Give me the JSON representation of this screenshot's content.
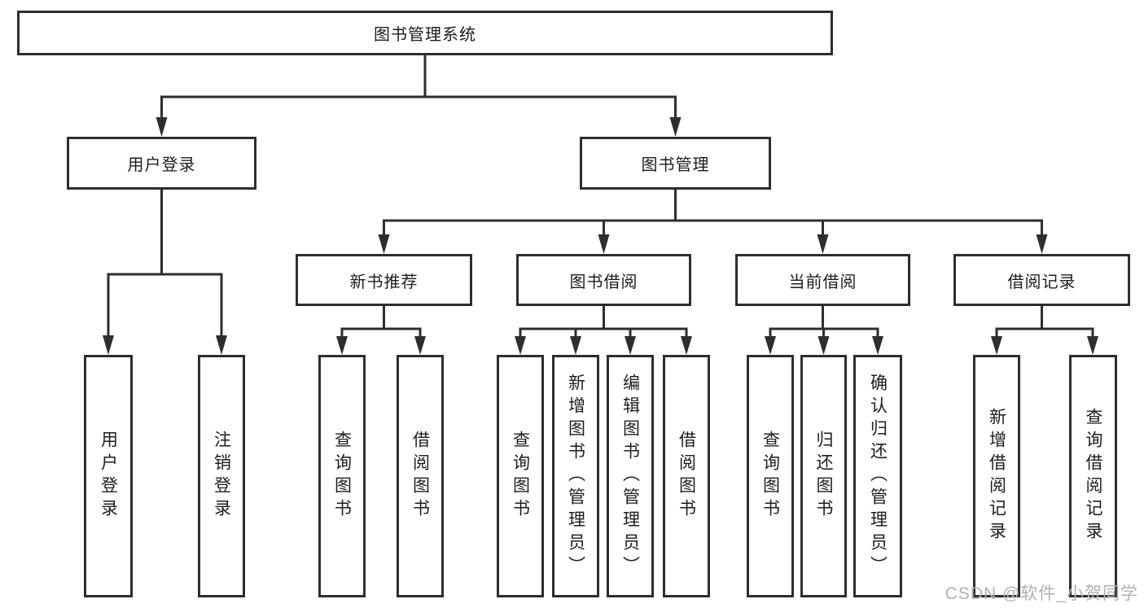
{
  "tree": {
    "label": "图书管理系统",
    "children": [
      {
        "label": "用户登录",
        "children": [
          {
            "label": "用户登录"
          },
          {
            "label": "注销登录"
          }
        ]
      },
      {
        "label": "图书管理",
        "children": [
          {
            "label": "新书推荐",
            "children": [
              {
                "label": "查询图书"
              },
              {
                "label": "借阅图书"
              }
            ]
          },
          {
            "label": "图书借阅",
            "children": [
              {
                "label": "查询图书"
              },
              {
                "label": "新增图书（管理员）"
              },
              {
                "label": "编辑图书（管理员）"
              },
              {
                "label": "借阅图书"
              }
            ]
          },
          {
            "label": "当前借阅",
            "children": [
              {
                "label": "查询图书"
              },
              {
                "label": "归还图书"
              },
              {
                "label": "确认归还（管理员）"
              }
            ]
          },
          {
            "label": "借阅记录",
            "children": [
              {
                "label": "新增借阅记录"
              },
              {
                "label": "查询借阅记录"
              }
            ]
          }
        ]
      }
    ]
  },
  "watermark": {
    "text": "CSDN @软件_小贺同学"
  },
  "colors": {
    "line": "#2e2e2e",
    "box_bg": "#ffffff",
    "text": "#1d1d1d",
    "watermark": "#b0b0b0",
    "background": "#ffffff"
  }
}
